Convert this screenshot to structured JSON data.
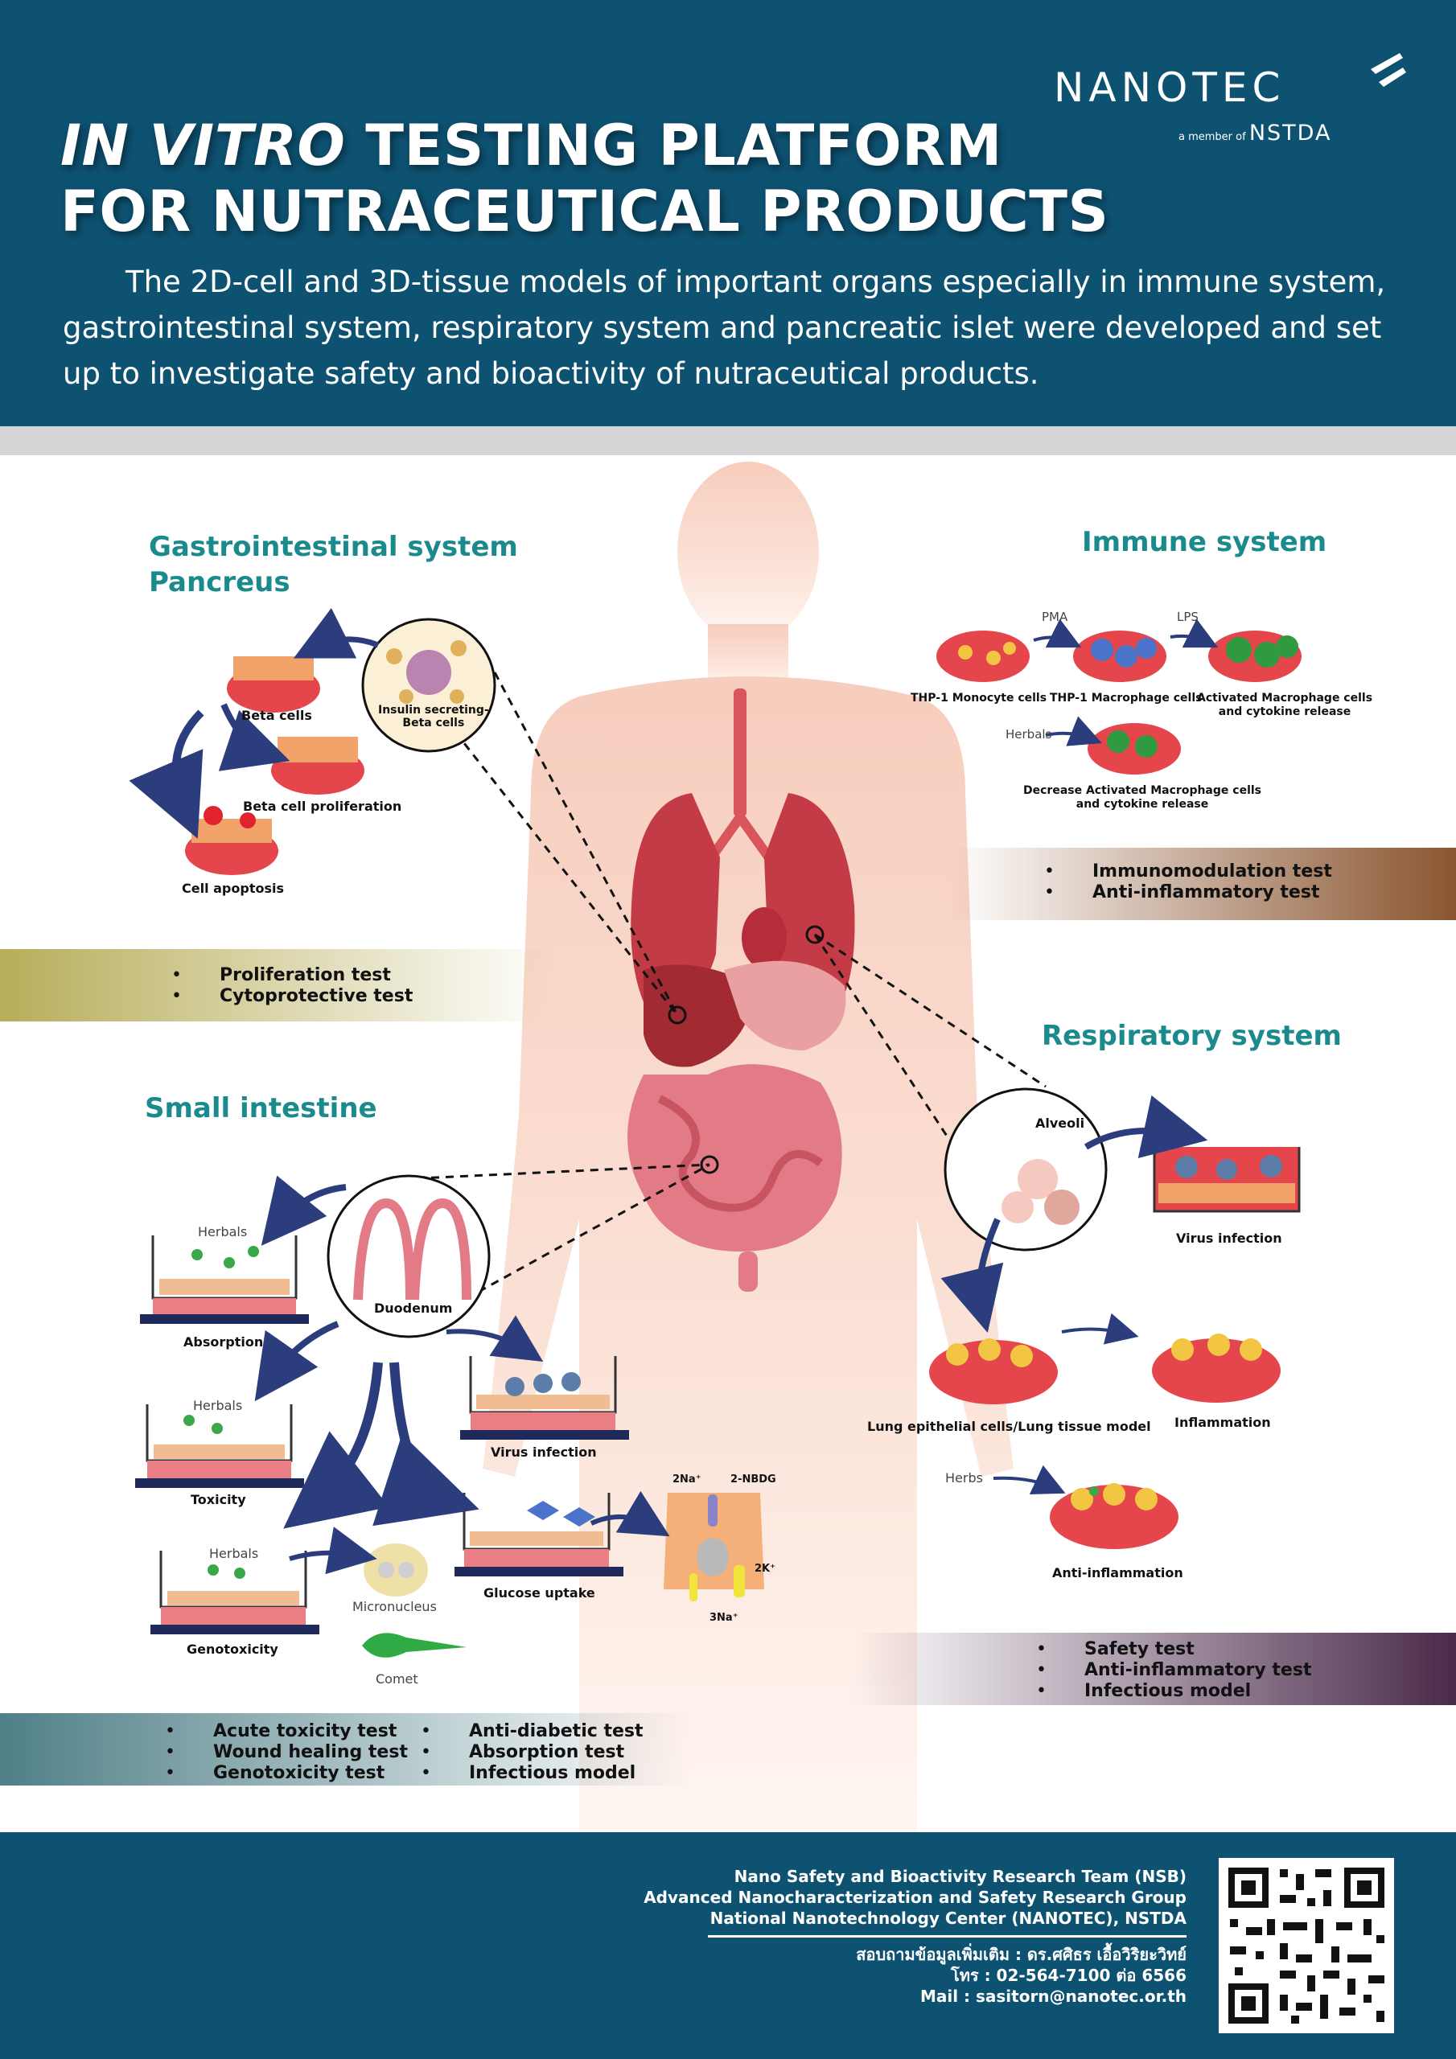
{
  "header": {
    "title_italic": "IN VITRO",
    "title_rest": "TESTING PLATFORM",
    "title_line2": "FOR NUTRACEUTICAL PRODUCTS",
    "intro": "The 2D-cell and 3D-tissue models of important organs especially in immune system, gastrointestinal system, respiratory system and pancreatic islet were developed and set up to investigate safety and bioactivity of nutraceutical products.",
    "logo": "NANOTEC",
    "logo_member": "a member of",
    "logo_org": "NSTDA"
  },
  "pancreas": {
    "heading_1": "Gastrointestinal system",
    "heading_2": "Pancreus",
    "insulin_label": "Insulin secreting-\nBeta cells",
    "beta_cells": "Beta cells",
    "beta_prolif": "Beta cell proliferation",
    "apoptosis": "Cell apoptosis",
    "tests": [
      "Proliferation test",
      "Cytoprotective test"
    ]
  },
  "immune": {
    "heading": "Immune system",
    "pma": "PMA",
    "lps": "LPS",
    "herbals": "Herbals",
    "thp1_mono": "THP-1 Monocyte cells",
    "thp1_macro": "THP-1 Macrophage cells",
    "activated": "Activated Macrophage cells\nand cytokine release",
    "decrease": "Decrease Activated Macrophage cells\nand cytokine release",
    "tests": [
      "Immunomodulation test",
      "Anti-inflammatory test"
    ]
  },
  "respiratory": {
    "heading": "Respiratory system",
    "alveoli": "Alveoli",
    "virus": "Virus infection",
    "lung_model": "Lung epithelial cells/Lung tissue model",
    "inflammation": "Inflammation",
    "herbs": "Herbs",
    "anti_inflammation": "Anti-inflammation",
    "tests": [
      "Safety test",
      "Anti-inflammatory test",
      "Infectious model"
    ]
  },
  "intestine": {
    "heading": "Small intestine",
    "duodenum": "Duodenum",
    "herbals": "Herbals",
    "absorption": "Absorption",
    "toxicity": "Toxicity",
    "genotoxicity": "Genotoxicity",
    "virus": "Virus infection",
    "glucose": "Glucose uptake",
    "micronucleus": "Micronucleus",
    "comet": "Comet",
    "nbdg": "2-NBDG",
    "na2": "2Na⁺",
    "k2": "2K⁺",
    "na3": "3Na⁺",
    "tests_left": [
      "Acute toxicity test",
      "Wound healing test",
      "Genotoxicity test"
    ],
    "tests_right": [
      "Anti-diabetic test",
      "Absorption test",
      "Infectious model"
    ]
  },
  "footer": {
    "line1": "Nano Safety and Bioactivity Research Team (NSB)",
    "line2": "Advanced Nanocharacterization and Safety Research Group",
    "line3": "National Nanotechnology Center (NANOTEC), NSTDA",
    "contact": "สอบถามข้อมูลเพิ่มเติม : ดร.ศศิธร เอื้อวิริยะวิทย์",
    "phone": "โทร : 02-564-7100 ต่อ 6566",
    "mail": "Mail : sasitorn@nanotec.or.th"
  },
  "colors": {
    "header_bg": "#0e5272",
    "heading_teal": "#1a8a8c",
    "arrow_navy": "#2b3d7c",
    "dish_red": "#e5464c",
    "band_olive": "#b7ad5a",
    "band_brown": "#8a5530",
    "band_purple": "#4a2a4a",
    "band_slate": "#4f7f87"
  }
}
